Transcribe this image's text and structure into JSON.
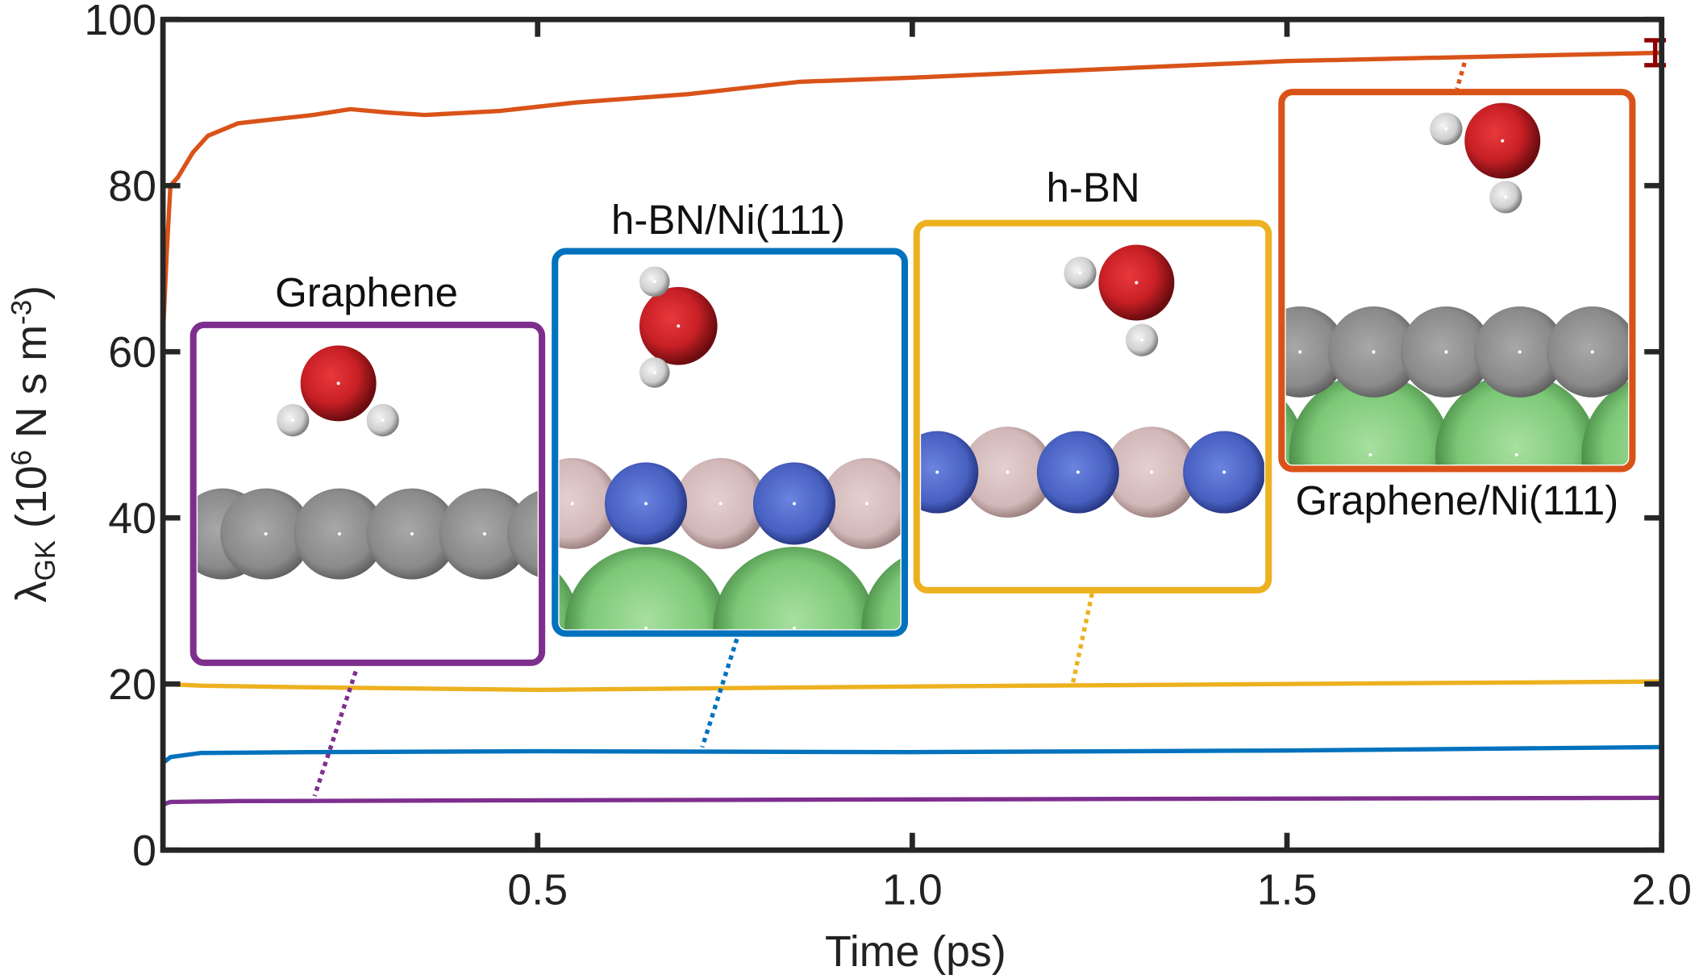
{
  "chart_data": {
    "type": "line",
    "xlabel": "Time (ps)",
    "ylabel": {
      "main": "λ",
      "sub": "GK",
      "unit_open": " (10",
      "unit_exp": "6",
      "unit_mid": " N s m",
      "unit_exp2": "-3",
      "unit_close": ")"
    },
    "xlim": [
      0,
      2.0
    ],
    "ylim": [
      0,
      100
    ],
    "xticks": [
      "0.5",
      "1.0",
      "1.5",
      "2.0"
    ],
    "xtick_values": [
      0.5,
      1.0,
      1.5,
      2.0
    ],
    "yticks": [
      "0",
      "20",
      "40",
      "60",
      "80",
      "100"
    ],
    "ytick_values": [
      0,
      20,
      40,
      60,
      80,
      100
    ],
    "grid": false,
    "series": [
      {
        "name": "Graphene/Ni(111)",
        "color": "#D95319",
        "x": [
          0,
          0.005,
          0.01,
          0.02,
          0.04,
          0.06,
          0.1,
          0.15,
          0.2,
          0.25,
          0.3,
          0.35,
          0.45,
          0.55,
          0.7,
          0.85,
          1.0,
          1.25,
          1.5,
          1.75,
          2.0
        ],
        "y": [
          62,
          72,
          80,
          81,
          84,
          86,
          87.5,
          88,
          88.5,
          89.2,
          88.8,
          88.5,
          89,
          90,
          91,
          92.5,
          93,
          94,
          95,
          95.5,
          96
        ]
      },
      {
        "name": "h-BN",
        "color": "#EDB120",
        "x": [
          0,
          0.05,
          0.2,
          0.5,
          1.0,
          1.5,
          2.0
        ],
        "y": [
          20,
          19.8,
          19.6,
          19.3,
          19.7,
          20.0,
          20.3
        ]
      },
      {
        "name": "h-BN/Ni(111)",
        "color": "#0072BD",
        "x": [
          0,
          0.01,
          0.05,
          0.2,
          0.5,
          1.0,
          1.5,
          2.0
        ],
        "y": [
          10.5,
          11.2,
          11.7,
          11.8,
          11.9,
          11.8,
          12.0,
          12.4
        ]
      },
      {
        "name": "Graphene",
        "color": "#7E2F8E",
        "x": [
          0,
          0.01,
          0.1,
          0.5,
          1.0,
          1.5,
          2.0
        ],
        "y": [
          5.5,
          5.8,
          5.9,
          6.0,
          6.1,
          6.2,
          6.3
        ]
      }
    ],
    "error_bar": {
      "x": 2.0,
      "low": 94.5,
      "high": 97.5,
      "color": "#8B0000"
    }
  },
  "insets": [
    {
      "label": "Graphene",
      "color": "#7E2F8E"
    },
    {
      "label": "h-BN/Ni(111)",
      "color": "#0072BD"
    },
    {
      "label": "h-BN",
      "color": "#EDB120"
    },
    {
      "label": "Graphene/Ni(111)",
      "color": "#D95319"
    }
  ]
}
